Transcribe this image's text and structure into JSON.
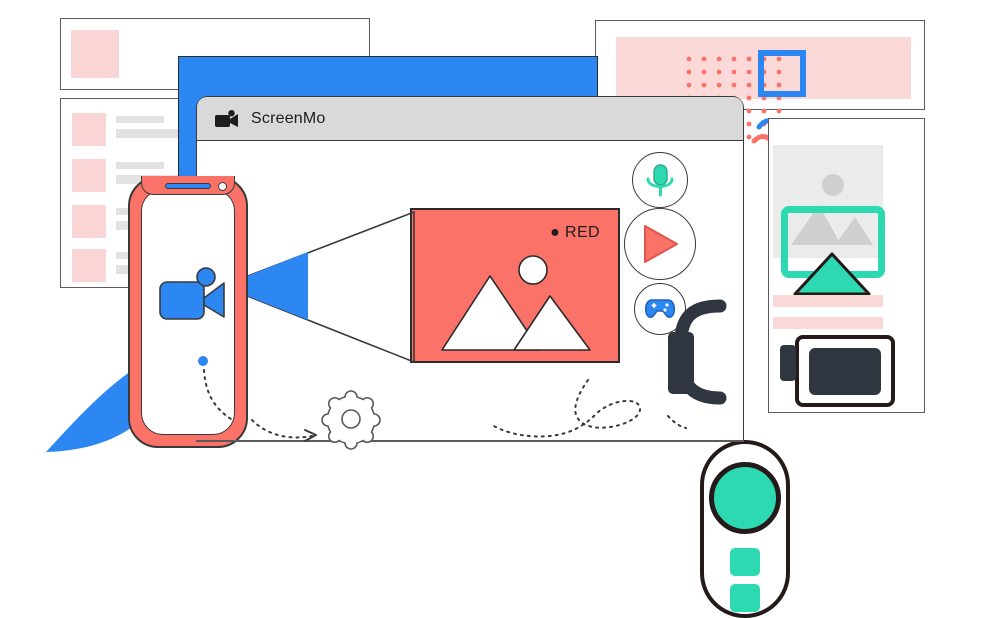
{
  "app": {
    "title": "ScreenMo",
    "title_icon": "video-camera-icon"
  },
  "screen_preview": {
    "recording_label": "● RED",
    "image_icon": "mountain-photo-icon",
    "background_color": "#fb7268"
  },
  "toolbar_buttons": [
    {
      "icon": "microphone-icon",
      "color": "#2dd9b0"
    },
    {
      "icon": "play-icon",
      "color": "#fb7268"
    },
    {
      "icon": "gamepad-icon",
      "color": "#2d87f3"
    }
  ],
  "phone": {
    "app_icon": "video-camera-icon",
    "frame_color": "#fb7268"
  },
  "camera_device": {
    "lens_icon": "camera-lens-icon",
    "lens_color": "#2dd9b0",
    "button_count": 2
  },
  "cast_device": {
    "icon": "screen-cast-icon",
    "color": "#2dd9b0"
  },
  "decorations": {
    "gear_icon": "gear-icon",
    "dotted_arrow_icon": "dotted-arrow-icon",
    "dotted_loop_icon": "dotted-loop-icon",
    "blue_wedge_icon": "blue-wedge-icon",
    "dot_grid_icon": "dot-grid-icon",
    "blue_square_outline_icon": "blue-square-outline-icon",
    "squiggle_blue_icon": "blue-squiggle-icon",
    "squiggle_coral_icon": "coral-squiggle-icon"
  },
  "cards": {
    "top_left_rows": 1,
    "left_list_rows": 4,
    "right_banner_color": "#fbd9d9",
    "right_bars": 2
  },
  "palette": {
    "blue": "#2d87f3",
    "coral": "#fb7268",
    "teal": "#2dd9b0",
    "pink": "#fbd9d9",
    "pink_block": "#fad5d5",
    "gray_line": "#e2e2e2",
    "outline": "#3a3a3a",
    "dark": "#2f3640",
    "titlebar": "#d9d9d9"
  }
}
